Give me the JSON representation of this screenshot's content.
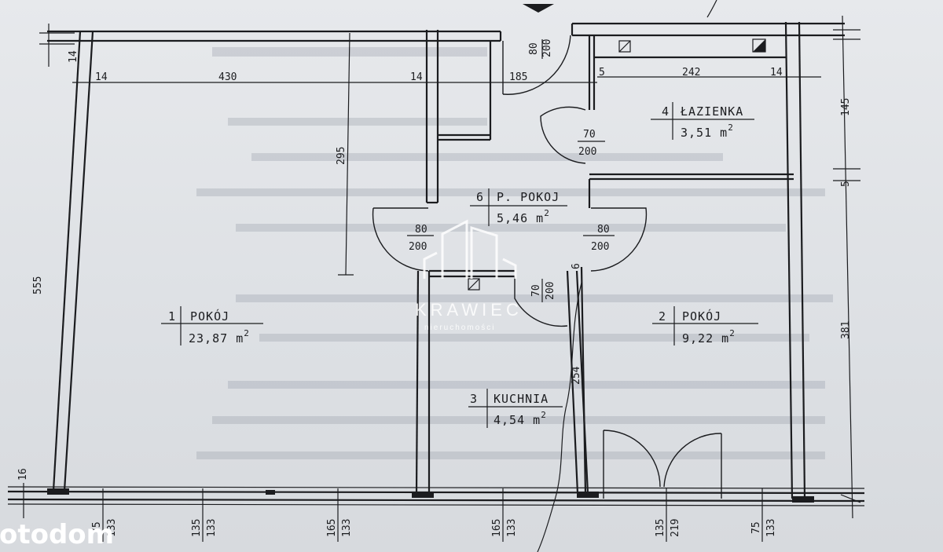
{
  "plan": {
    "rooms": [
      {
        "num": "1",
        "name": "POKÓJ",
        "area": "23,87",
        "unit": "m",
        "exp": "2"
      },
      {
        "num": "2",
        "name": "POKÓJ",
        "area": "9,22",
        "unit": "m",
        "exp": "2"
      },
      {
        "num": "3",
        "name": "KUCHNIA",
        "area": "4,54",
        "unit": "m",
        "exp": "2"
      },
      {
        "num": "4",
        "name": "ŁAZIENKA",
        "area": "3,51",
        "unit": "m",
        "exp": "2"
      },
      {
        "num": "6",
        "name": "P. POKOJ",
        "area": "5,46",
        "unit": "m",
        "exp": "2"
      }
    ],
    "dimensions": {
      "top_14_left": "14",
      "d14_a": "14",
      "d430": "430",
      "d14_b": "14",
      "d185": "185",
      "d5_a": "5",
      "d242": "242",
      "d14_c": "14",
      "d145": "145",
      "d5_b": "5",
      "d295": "295",
      "d555": "555",
      "d381": "381",
      "d254": "254",
      "d16": "16",
      "d6": "6"
    },
    "doors": [
      {
        "w": "80",
        "h": "200"
      },
      {
        "w": "70",
        "h": "200"
      },
      {
        "w": "80",
        "h": "200"
      },
      {
        "w": "80",
        "h": "200"
      },
      {
        "w": "70",
        "h": "200"
      }
    ],
    "windows": [
      {
        "w": "75",
        "h": "133"
      },
      {
        "w": "135",
        "h": "133"
      },
      {
        "w": "165",
        "h": "133"
      },
      {
        "w": "165",
        "h": "133"
      },
      {
        "w": "135",
        "h": "219"
      },
      {
        "w": "75",
        "h": "133"
      }
    ]
  },
  "watermark": {
    "name": "KRAWIEC",
    "sub": "nieruchomości"
  },
  "brand": {
    "logo_text": "otodom"
  }
}
